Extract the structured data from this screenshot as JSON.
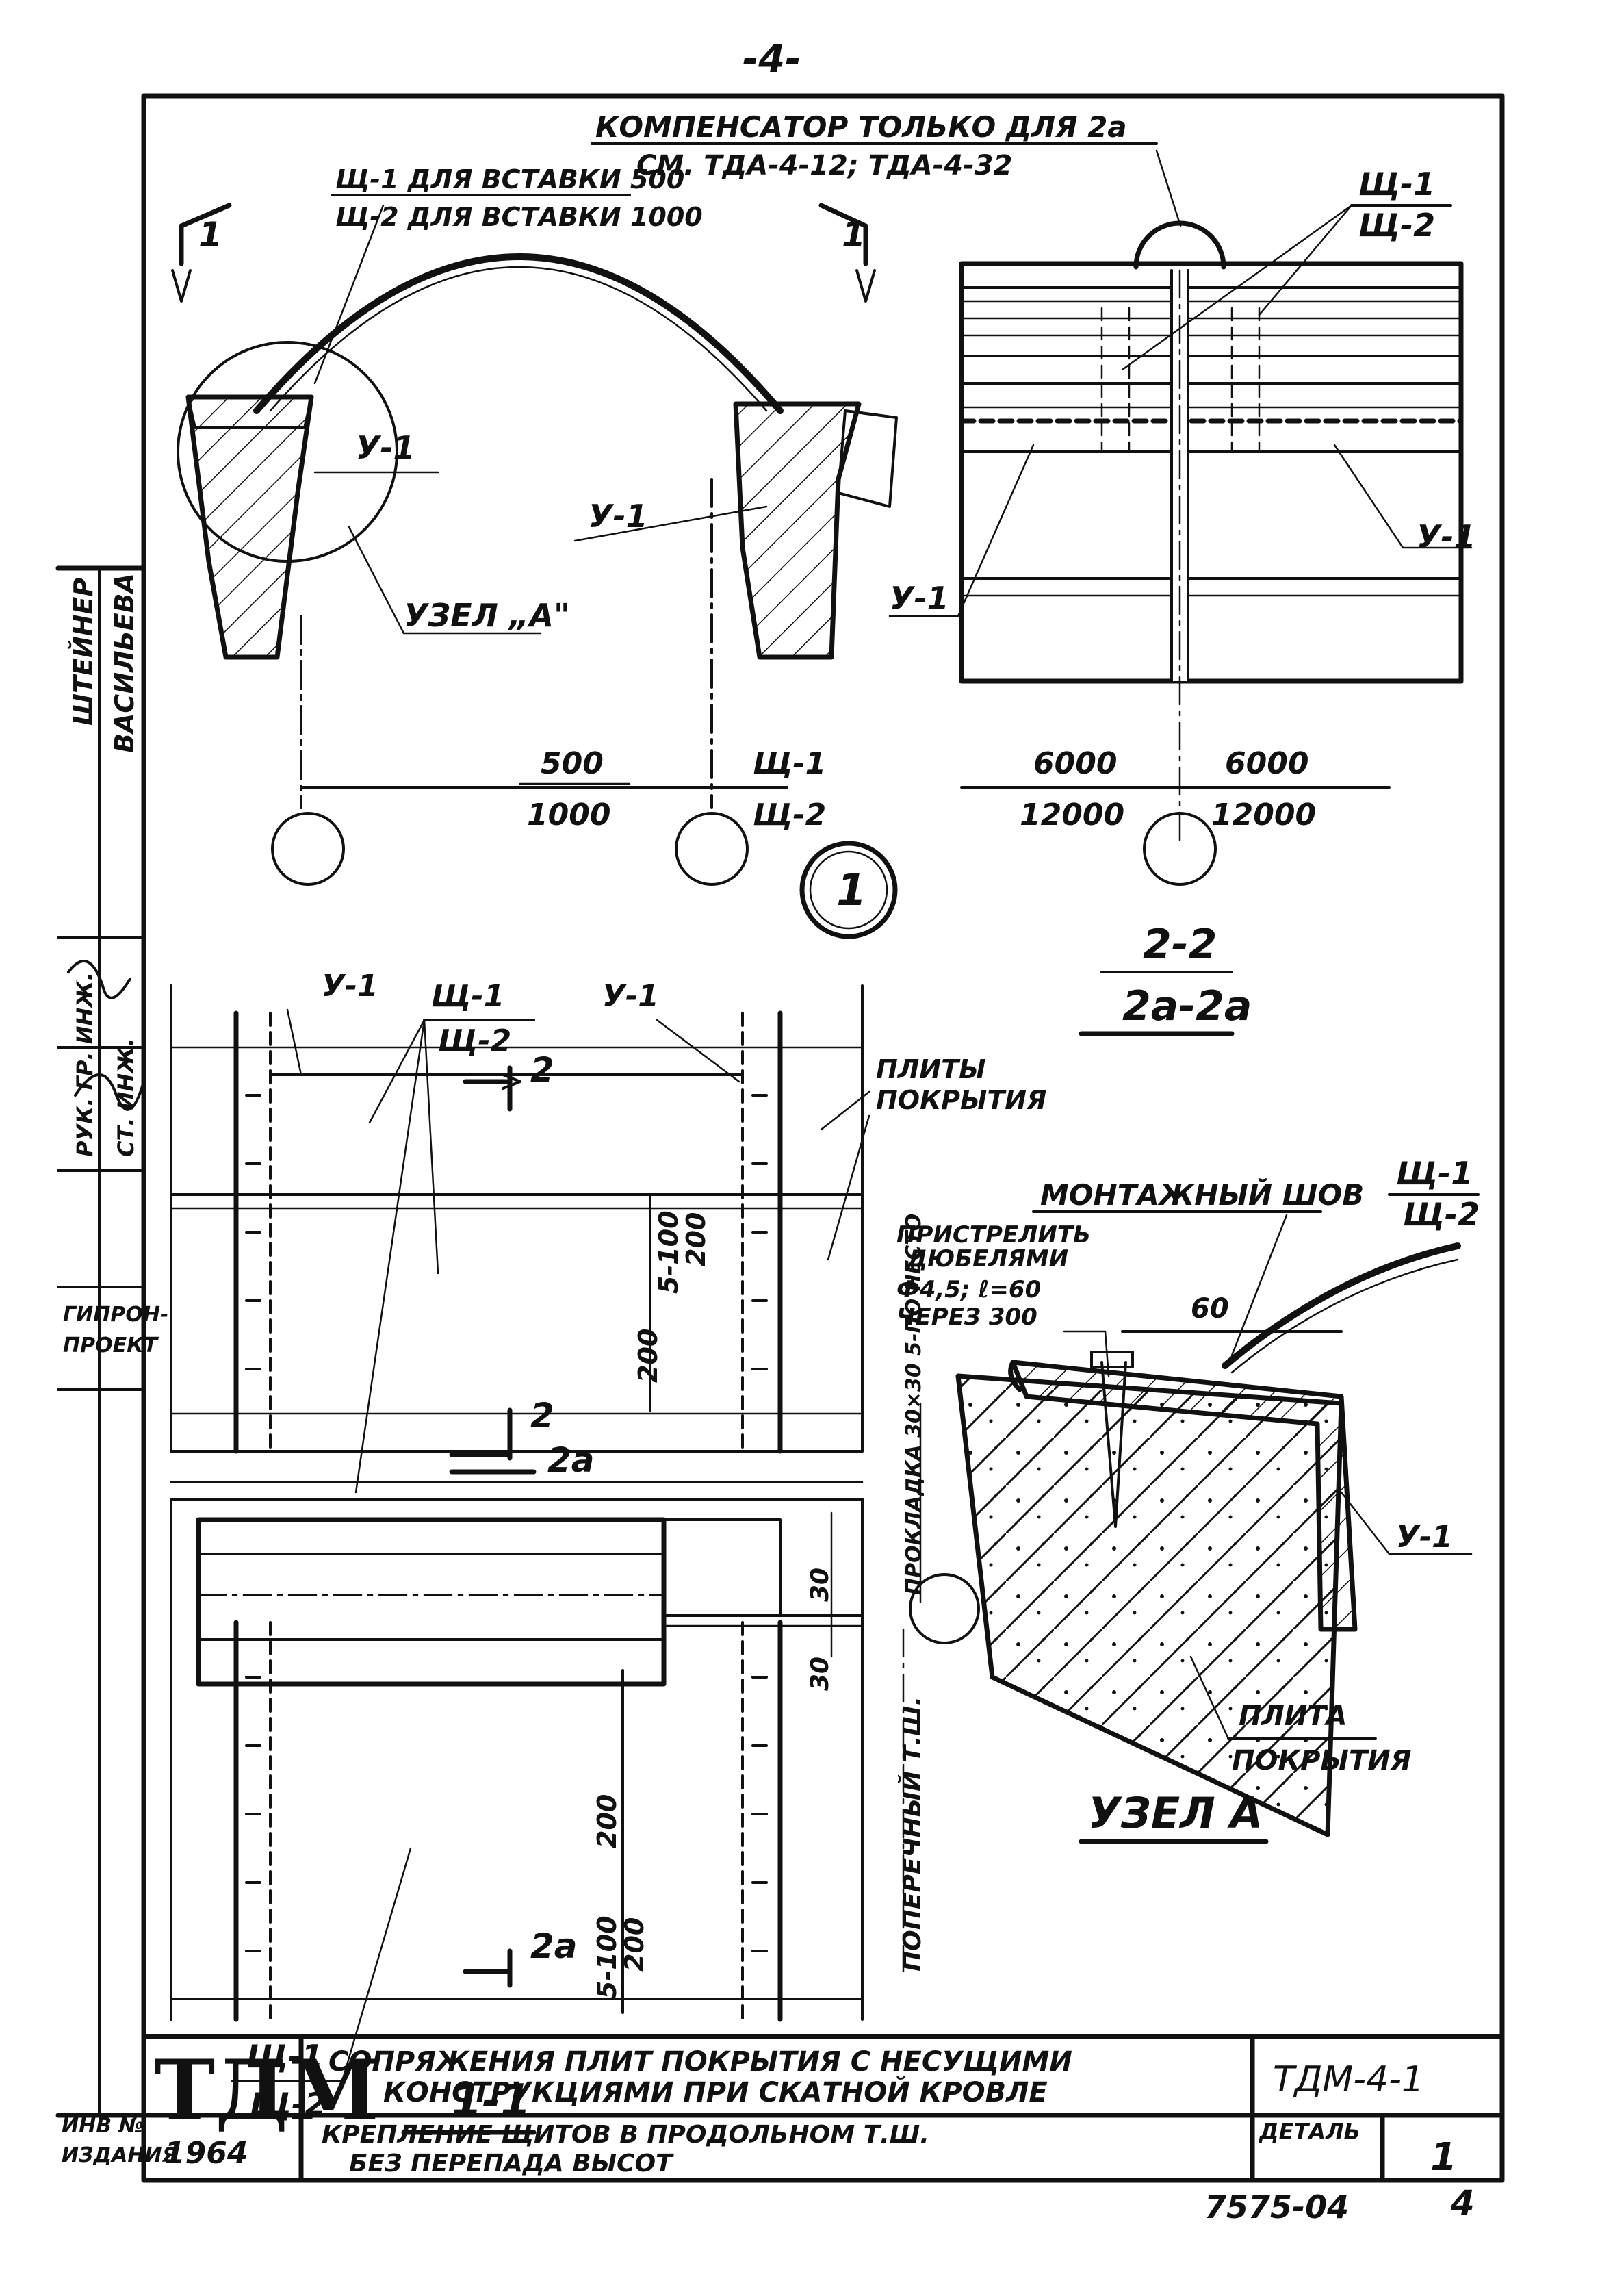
{
  "page_number": "-4-",
  "section_1": {
    "compensator_note": "КОМПЕНСАТОР ТОЛЬКО ДЛЯ 2а",
    "compensator_ref": "СМ. ТДА-4-12; ТДА-4-32",
    "panel_note_1": "Щ-1 ДЛЯ ВСТАВКИ 500",
    "panel_note_2": "Щ-2 ДЛЯ ВСТАВКИ 1000",
    "cut_mark": "1",
    "y1": "У-1",
    "node_callout": "УЗЕЛ „А\"",
    "dim_top": "500",
    "dim_bottom": "1000",
    "panel_top": "Щ-1",
    "panel_bottom": "Щ-2",
    "axis_mark": "1"
  },
  "section_22": {
    "panel_top": "Щ-1",
    "panel_bottom": "Щ-2",
    "y1": "У-1",
    "dim_l_top": "6000",
    "dim_l_bottom": "12000",
    "dim_r_top": "6000",
    "dim_r_bottom": "12000",
    "title_1": "2-2",
    "title_2": "2а-2а"
  },
  "plan": {
    "y1": "У-1",
    "panel_top": "Щ-1",
    "panel_bottom": "Щ-2",
    "cut_2": "2",
    "cut_2a": "2а",
    "plates_1": "ПЛИТЫ",
    "plates_2": "ПОКРЫТИЯ",
    "dim_5_100": "5-100",
    "dim_200": "200",
    "dim_30": "30",
    "transverse": "ПОПЕРЕЧНЫЙ Т.Ш.",
    "gasket": "ПРОКЛАДКА 30×30 5-ПО НЕСТО",
    "title": "1-1"
  },
  "node_a": {
    "panel_top": "Щ-1",
    "panel_bottom": "Щ-2",
    "seam": "МОНТАЖНЫЙ ШОВ",
    "fix_1": "ПРИСТРЕЛИТЬ",
    "fix_2": "ДЮБЕЛЯМИ",
    "fix_3": "Ф4,5; ℓ=60",
    "fix_4": "ЧЕРЕЗ 300",
    "dim_60": "60",
    "y1": "У-1",
    "plate_1": "ПЛИТА",
    "plate_2": "ПОКРЫТИЯ",
    "title": "УЗЕЛ А"
  },
  "side_stamp": {
    "names": [
      "ШТЕЙНЕР",
      "ВАСИЛЬЕВА"
    ],
    "roles": [
      "РУК. ГР. ИНЖ.",
      "СТ. ИНЖ."
    ],
    "org": [
      "ГИПРОН-",
      "ПРОЕКТ"
    ],
    "bottom": [
      "ИНВ №",
      "ИЗДАНИЯ"
    ]
  },
  "title_block": {
    "logo": "ТДМ",
    "year": "1964",
    "title_line_1": "СОПРЯЖЕНИЯ ПЛИТ ПОКРЫТИЯ С НЕСУЩИМИ",
    "title_line_2": "КОНСТРУКЦИЯМИ ПРИ СКАТНОЙ КРОВЛЕ",
    "subtitle_line_1": "КРЕПЛЕНИЕ ЩИТОВ В ПРОДОЛЬНОМ Т.Ш.",
    "subtitle_line_2": "БЕЗ ПЕРЕПАДА ВЫСОТ",
    "code": "ТДМ-4-1",
    "detail_label": "ДЕТАЛЬ",
    "detail_value": "1",
    "sheet_number": "7575-04",
    "page": "4"
  }
}
